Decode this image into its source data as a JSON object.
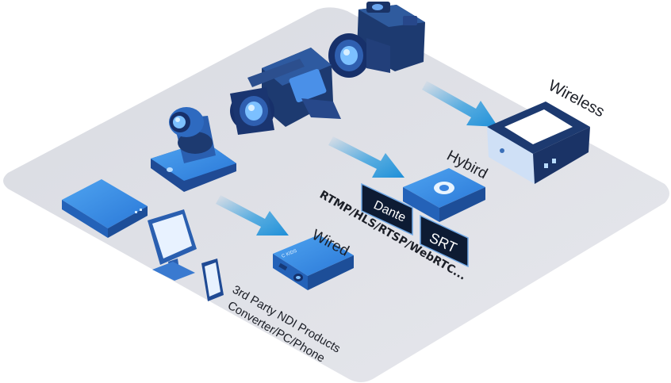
{
  "labels": {
    "wireless": "Wireless",
    "hybird": "Hybird",
    "wired": "Wired",
    "protocols": "RTMP/HLS/RTSP/WebRTC...",
    "third_party_line1": "3rd Party NDI Products",
    "third_party_line2": "Converter/PC/Phone"
  },
  "badges": {
    "dante": "Dante",
    "srt": "SRT"
  },
  "colors": {
    "platform": "#dcdee5",
    "device_blue": "#2f7fe0",
    "device_dark": "#1d3a70",
    "arrow": "#2a9bde",
    "text": "#1b1e26"
  },
  "icons": [
    "ptz-camera-icon",
    "camcorder-icon",
    "dslr-camera-icon",
    "converter-box-icon",
    "monitor-icon",
    "phone-icon",
    "wireless-encoder-icon",
    "hybrid-encoder-icon",
    "wired-encoder-icon"
  ]
}
